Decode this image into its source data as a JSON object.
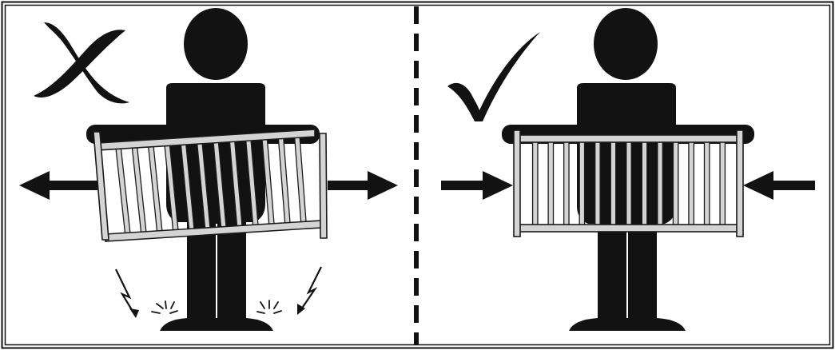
{
  "colors": {
    "ink": "#121212",
    "rail_fill": "#d4d4d4",
    "rail_stroke": "#1a1a1a",
    "background": "#ffffff"
  },
  "panels": [
    {
      "id": "incorrect",
      "verdict": "incorrect",
      "verdict_icon": "cross-mark-icon",
      "arrow_direction": "outward",
      "gate_orientation": "tilted",
      "impact_marks": true
    },
    {
      "id": "correct",
      "verdict": "correct",
      "verdict_icon": "check-mark-icon",
      "arrow_direction": "inward",
      "gate_orientation": "level",
      "impact_marks": false
    }
  ]
}
